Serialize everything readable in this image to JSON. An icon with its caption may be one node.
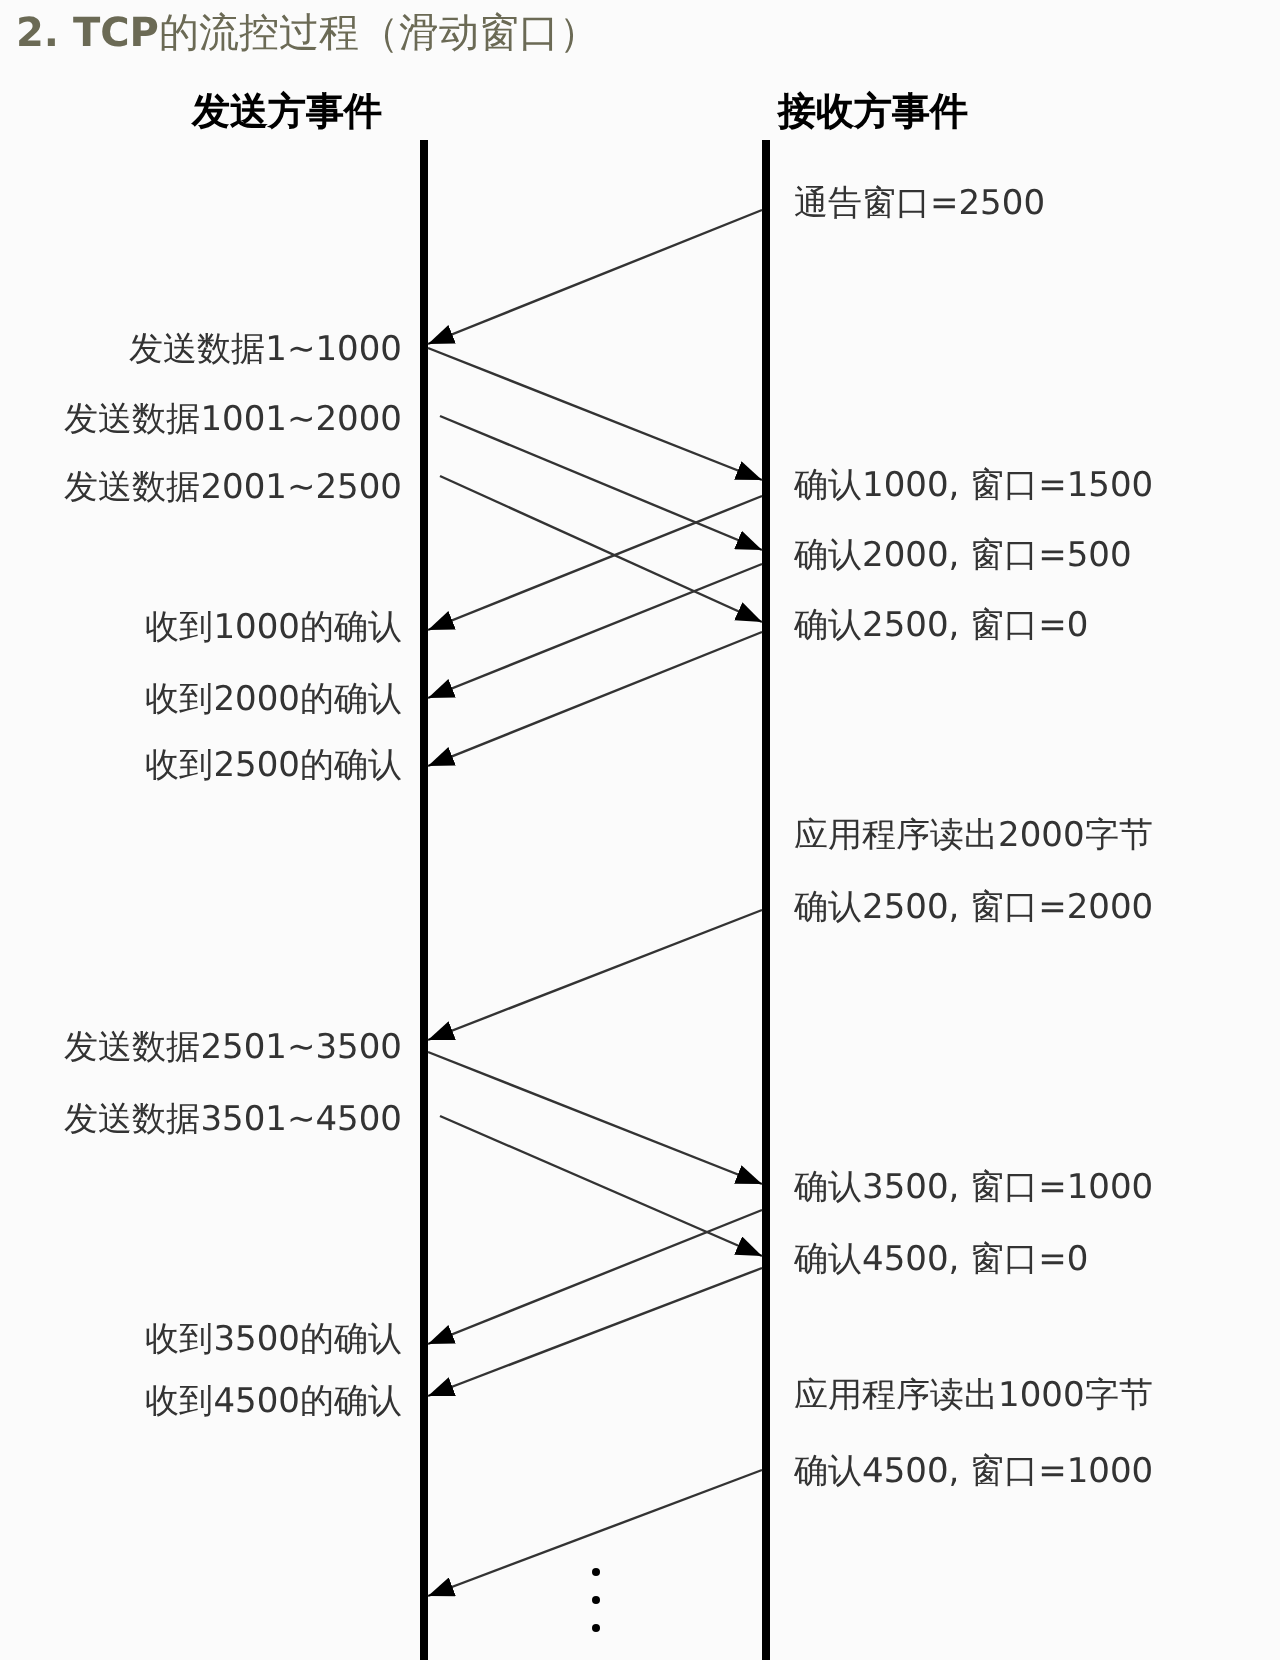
{
  "diagram": {
    "title": "**2. TCP**的流控过程（滑动窗口）",
    "nodes": [
      {
        "text": [
          "通告窗口=2500"
        ]
      },
      {
        "text": [
          "发送数据1~1000"
        ]
      },
      {
        "text": [
          "发送数据1001~2000"
        ]
      },
      {
        "text": [
          "确认1000, 窗口=1500"
        ]
      },
      {
        "text": [
          "发送数据2001~2500"
        ]
      },
      {
        "text": [
          "确认2000, 窗口=500"
        ]
      },
      {
        "text": [
          "收到1000的确认"
        ]
      },
      {
        "text": [
          "确认2500, 窗口=0"
        ]
      },
      {
        "text": [
          "收到2000的确认"
        ]
      },
      {
        "text": [
          "收到2500的确认"
        ]
      },
      {
        "text": [
          "应用程序读出2000字节"
        ]
      },
      {
        "text": [
          "确认2500, 窗口=2000"
        ]
      },
      {
        "text": [
          "发送数据2501~3500"
        ]
      },
      {
        "text": [
          "发送数据3501~4500"
        ]
      },
      {
        "text": [
          "确认3500, 窗口=1000"
        ]
      },
      {
        "text": [
          "确认4500, 窗口=0"
        ]
      },
      {
        "text": [
          "收到3500的确认"
        ]
      },
      {
        "text": [
          "应用程序读出1000字节"
        ]
      },
      {
        "text": [
          "收到4500的确认"
        ]
      },
      {
        "text": [
          "确认4500, 窗口=1000"
        ]
      }
    ],
    "edges": [
      {
        "from": 0,
        "to": 1,
        "arrow": "to"
      },
      {
        "from": 1,
        "to": 3,
        "arrow": "to"
      },
      {
        "from": 2,
        "to": 5,
        "arrow": "to"
      },
      {
        "from": 4,
        "to": 7,
        "arrow": "to"
      },
      {
        "from": 3,
        "to": 6,
        "arrow": "to"
      },
      {
        "from": 5,
        "to": 8,
        "arrow": "to"
      },
      {
        "from": 7,
        "to": 9,
        "arrow": "to"
      },
      {
        "from": 11,
        "to": 12,
        "arrow": "to"
      },
      {
        "from": 12,
        "to": 14,
        "arrow": "to"
      },
      {
        "from": 13,
        "to": 15,
        "arrow": "to"
      },
      {
        "from": 14,
        "to": 16,
        "arrow": "to"
      },
      {
        "from": 15,
        "to": 18,
        "arrow": "to"
      },
      {
        "from": 19,
        "to": null,
        "arrow": "to"
      }
    ],
    "labels": [
      "发送方事件",
      "接收方事件"
    ]
  }
}
